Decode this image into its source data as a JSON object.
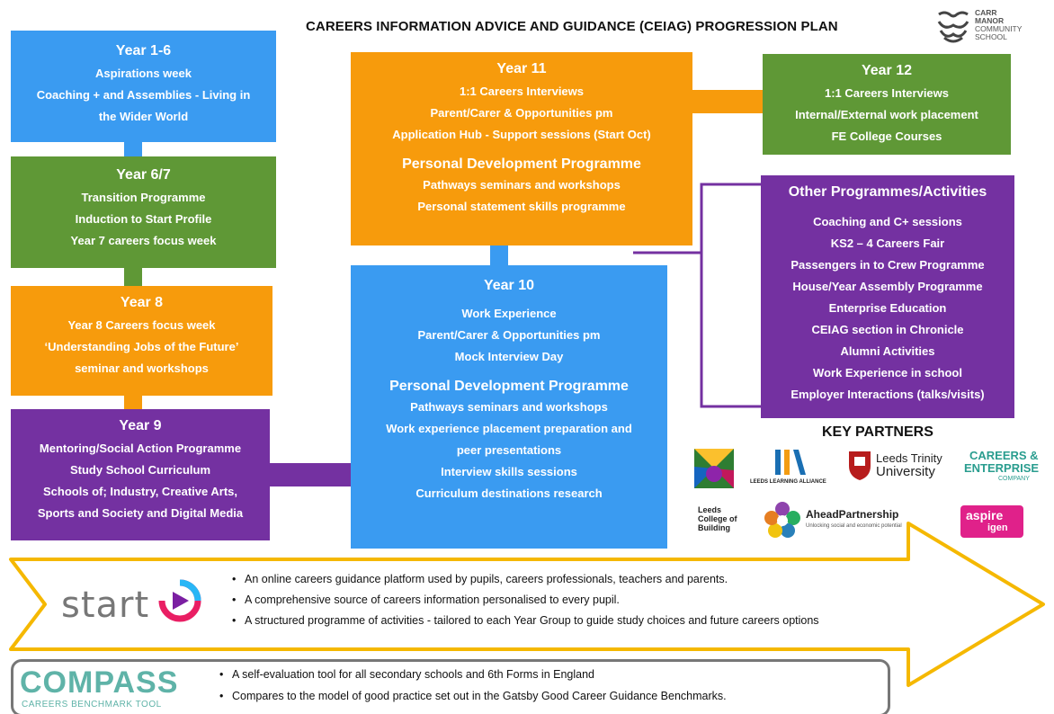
{
  "title": "CAREERS INFORMATION ADVICE AND GUIDANCE (CEIAG) PROGRESSION PLAN",
  "school_logo": {
    "line1": "CARR",
    "line2": "MANOR",
    "line3": "COMMUNITY",
    "line4": "SCHOOL"
  },
  "year1_6": {
    "heading": "Year 1-6",
    "lines": [
      "Aspirations week",
      "Coaching + and Assemblies - Living in",
      "the Wider World"
    ]
  },
  "year6_7": {
    "heading": "Year 6/7",
    "lines": [
      "Transition Programme",
      "Induction to Start Profile",
      "Year 7 careers focus week"
    ]
  },
  "year8": {
    "heading": "Year 8",
    "lines": [
      "Year 8 Careers focus week",
      "‘Understanding Jobs of the Future’",
      "seminar and workshops"
    ]
  },
  "year9": {
    "heading": "Year 9",
    "lines": [
      "Mentoring/Social Action Programme",
      "Study School Curriculum",
      "Schools of; Industry, Creative Arts,",
      "Sports and Society and Digital Media"
    ]
  },
  "year11": {
    "heading": "Year 11",
    "lines": [
      "1:1 Careers Interviews",
      "Parent/Carer & Opportunities pm",
      "Application Hub - Support sessions (Start Oct)"
    ],
    "sub_heading": "Personal Development Programme",
    "sub_lines": [
      "Pathways seminars and workshops",
      "Personal statement skills programme"
    ]
  },
  "year10": {
    "heading": "Year 10",
    "lines": [
      "Work Experience",
      "Parent/Carer  & Opportunities pm",
      "Mock Interview Day"
    ],
    "sub_heading": "Personal Development Programme",
    "sub_lines": [
      "Pathways seminars and workshops",
      "Work experience placement preparation and",
      "peer presentations",
      "Interview skills sessions",
      "Curriculum destinations research"
    ]
  },
  "year12": {
    "heading": "Year 12",
    "lines": [
      "1:1 Careers Interviews",
      "Internal/External work placement",
      "FE College Courses"
    ]
  },
  "other": {
    "heading": "Other Programmes/Activities",
    "lines": [
      "Coaching and C+ sessions",
      "KS2 – 4 Careers Fair",
      "Passengers in to Crew Programme",
      "House/Year Assembly Programme",
      "Enterprise Education",
      "CEIAG section in Chronicle",
      "Alumni Activities",
      "Work Experience in school",
      "Employer Interactions (talks/visits)"
    ]
  },
  "key_partners": {
    "title": "KEY PARTNERS",
    "leeds_learning": "LEEDS LEARNING ALLIANCE",
    "leeds_trinity_1": "Leeds Trinity",
    "leeds_trinity_2": "University",
    "careers_enterprise_1": "CAREERS &",
    "careers_enterprise_2": "ENTERPRISE",
    "careers_enterprise_3": "COMPANY",
    "leeds_college": "Leeds College of Building",
    "ahead": "AheadPartnership",
    "ahead_tag": "Unlocking social and economic potential",
    "aspire": "aspire",
    "igen": "igen"
  },
  "start": {
    "logo_text": "start",
    "bullets": [
      "An online careers guidance platform used by pupils, careers professionals, teachers and parents.",
      "A comprehensive source of careers information personalised to every pupil.",
      "A structured programme of activities - tailored to each Year Group to guide study choices and future careers options"
    ]
  },
  "compass": {
    "logo_text": "COMPASS",
    "logo_sub": "CAREERS BENCHMARK TOOL",
    "bullets": [
      "A self-evaluation tool for all secondary schools and 6th Forms in England",
      "Compares to the model of good practice set out in the Gatsby Good Career Guidance Benchmarks."
    ]
  },
  "colors": {
    "blue": "#3a9bf1",
    "green": "#5f9836",
    "orange": "#f79b0c",
    "purple": "#7431a1",
    "arrow": "#f5b800"
  }
}
